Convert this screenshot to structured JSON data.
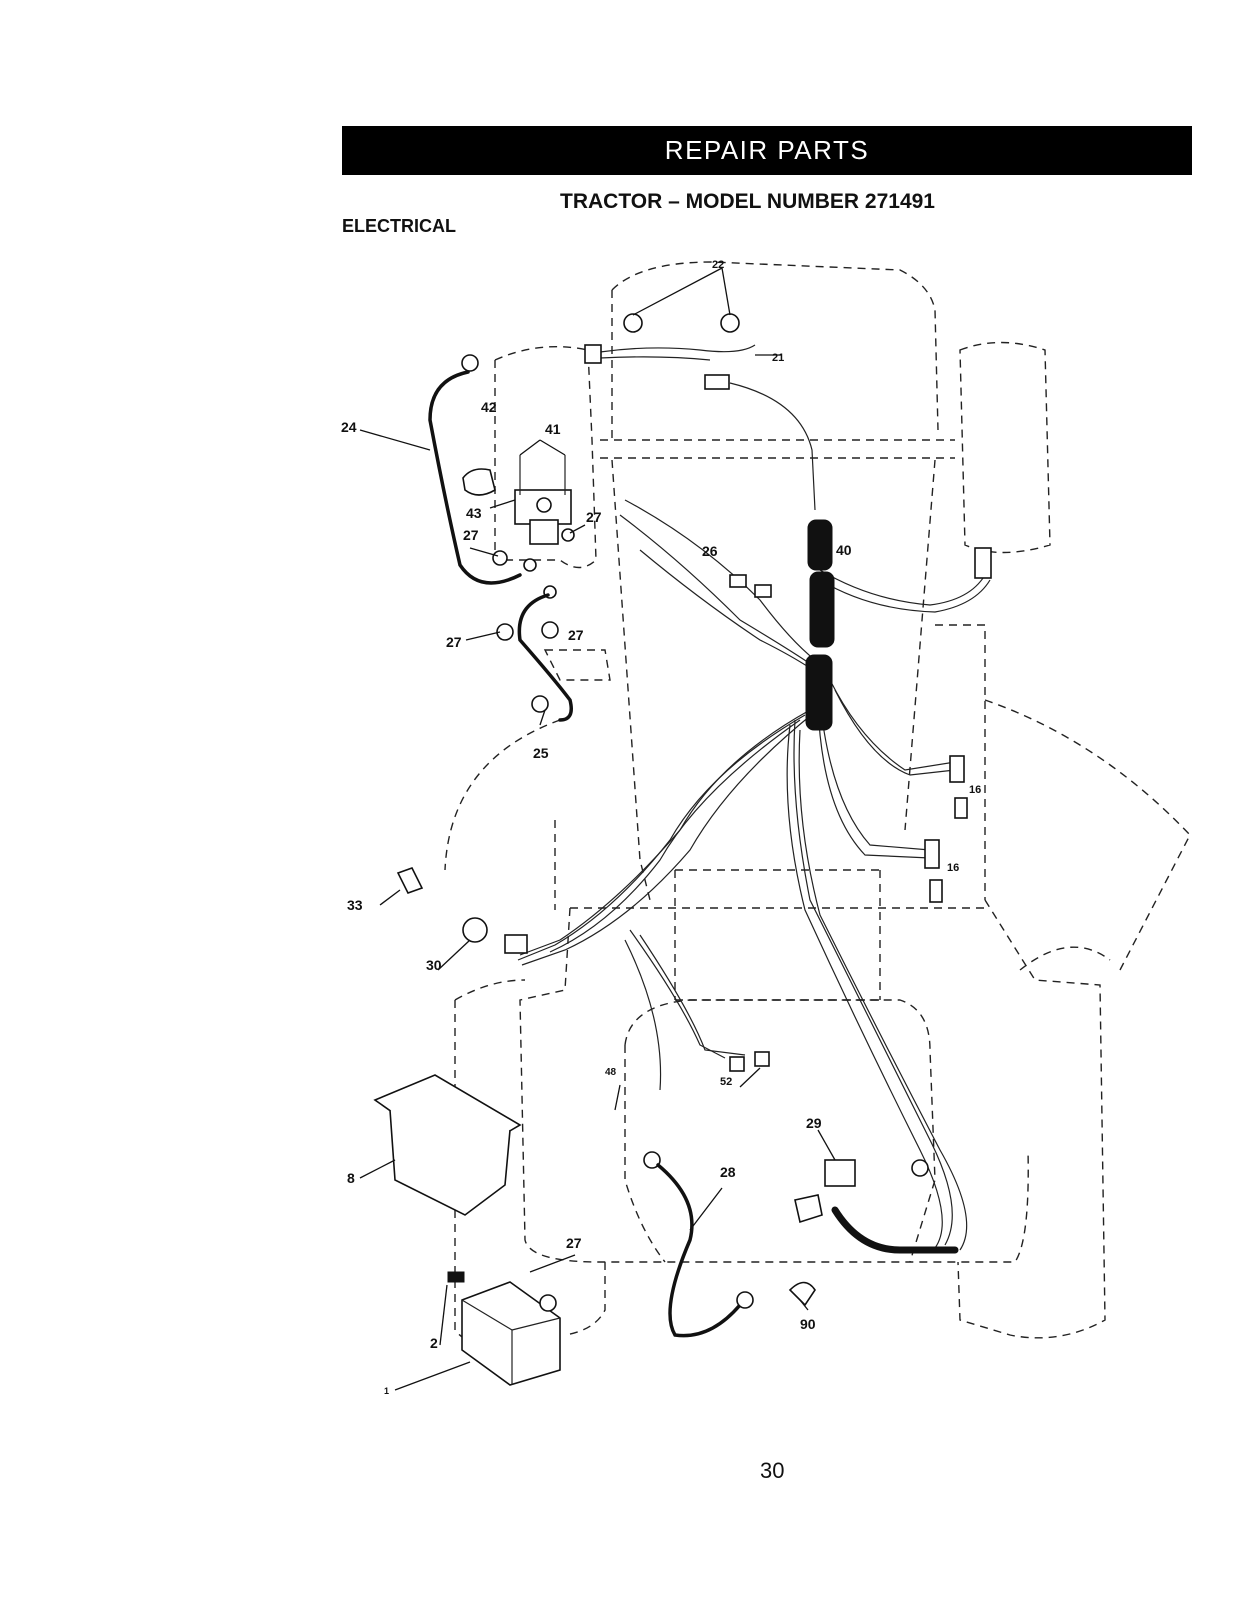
{
  "header": {
    "banner": "REPAIR PARTS"
  },
  "title": "TRACTOR – MODEL NUMBER 271491",
  "section": "ELECTRICAL",
  "page_number": "30",
  "callouts": [
    "22",
    "21",
    "24",
    "42",
    "41",
    "43",
    "27",
    "27",
    "27",
    "27",
    "27",
    "26",
    "40",
    "16",
    "16",
    "25",
    "33",
    "30",
    "8",
    "48",
    "52",
    "29",
    "28",
    "2",
    "90",
    "1"
  ]
}
